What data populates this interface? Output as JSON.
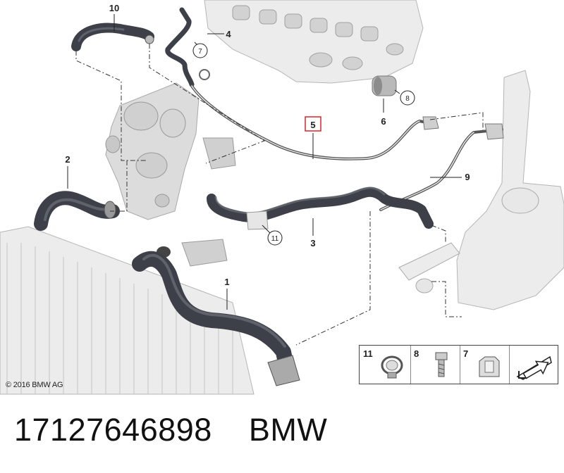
{
  "callouts": {
    "c1": "1",
    "c2": "2",
    "c3": "3",
    "c4": "4",
    "c5": "5",
    "c6": "6",
    "c9": "9",
    "c10": "10",
    "circ7": "7",
    "circ8": "8",
    "circ11": "11"
  },
  "colors": {
    "highlight_box": "#d9252a",
    "hose_dark": "#3d4048",
    "outline": "#222222"
  },
  "legend": {
    "cells": [
      {
        "num": "11",
        "icon": "hose-clamp-icon"
      },
      {
        "num": "8",
        "icon": "screw-icon"
      },
      {
        "num": "7",
        "icon": "clip-icon"
      },
      {
        "num": "",
        "icon": "bracket-arrow-icon"
      }
    ]
  },
  "copyright": "© 2016 BMW AG",
  "footer": {
    "part_number": "17127646898",
    "brand": "BMW"
  }
}
